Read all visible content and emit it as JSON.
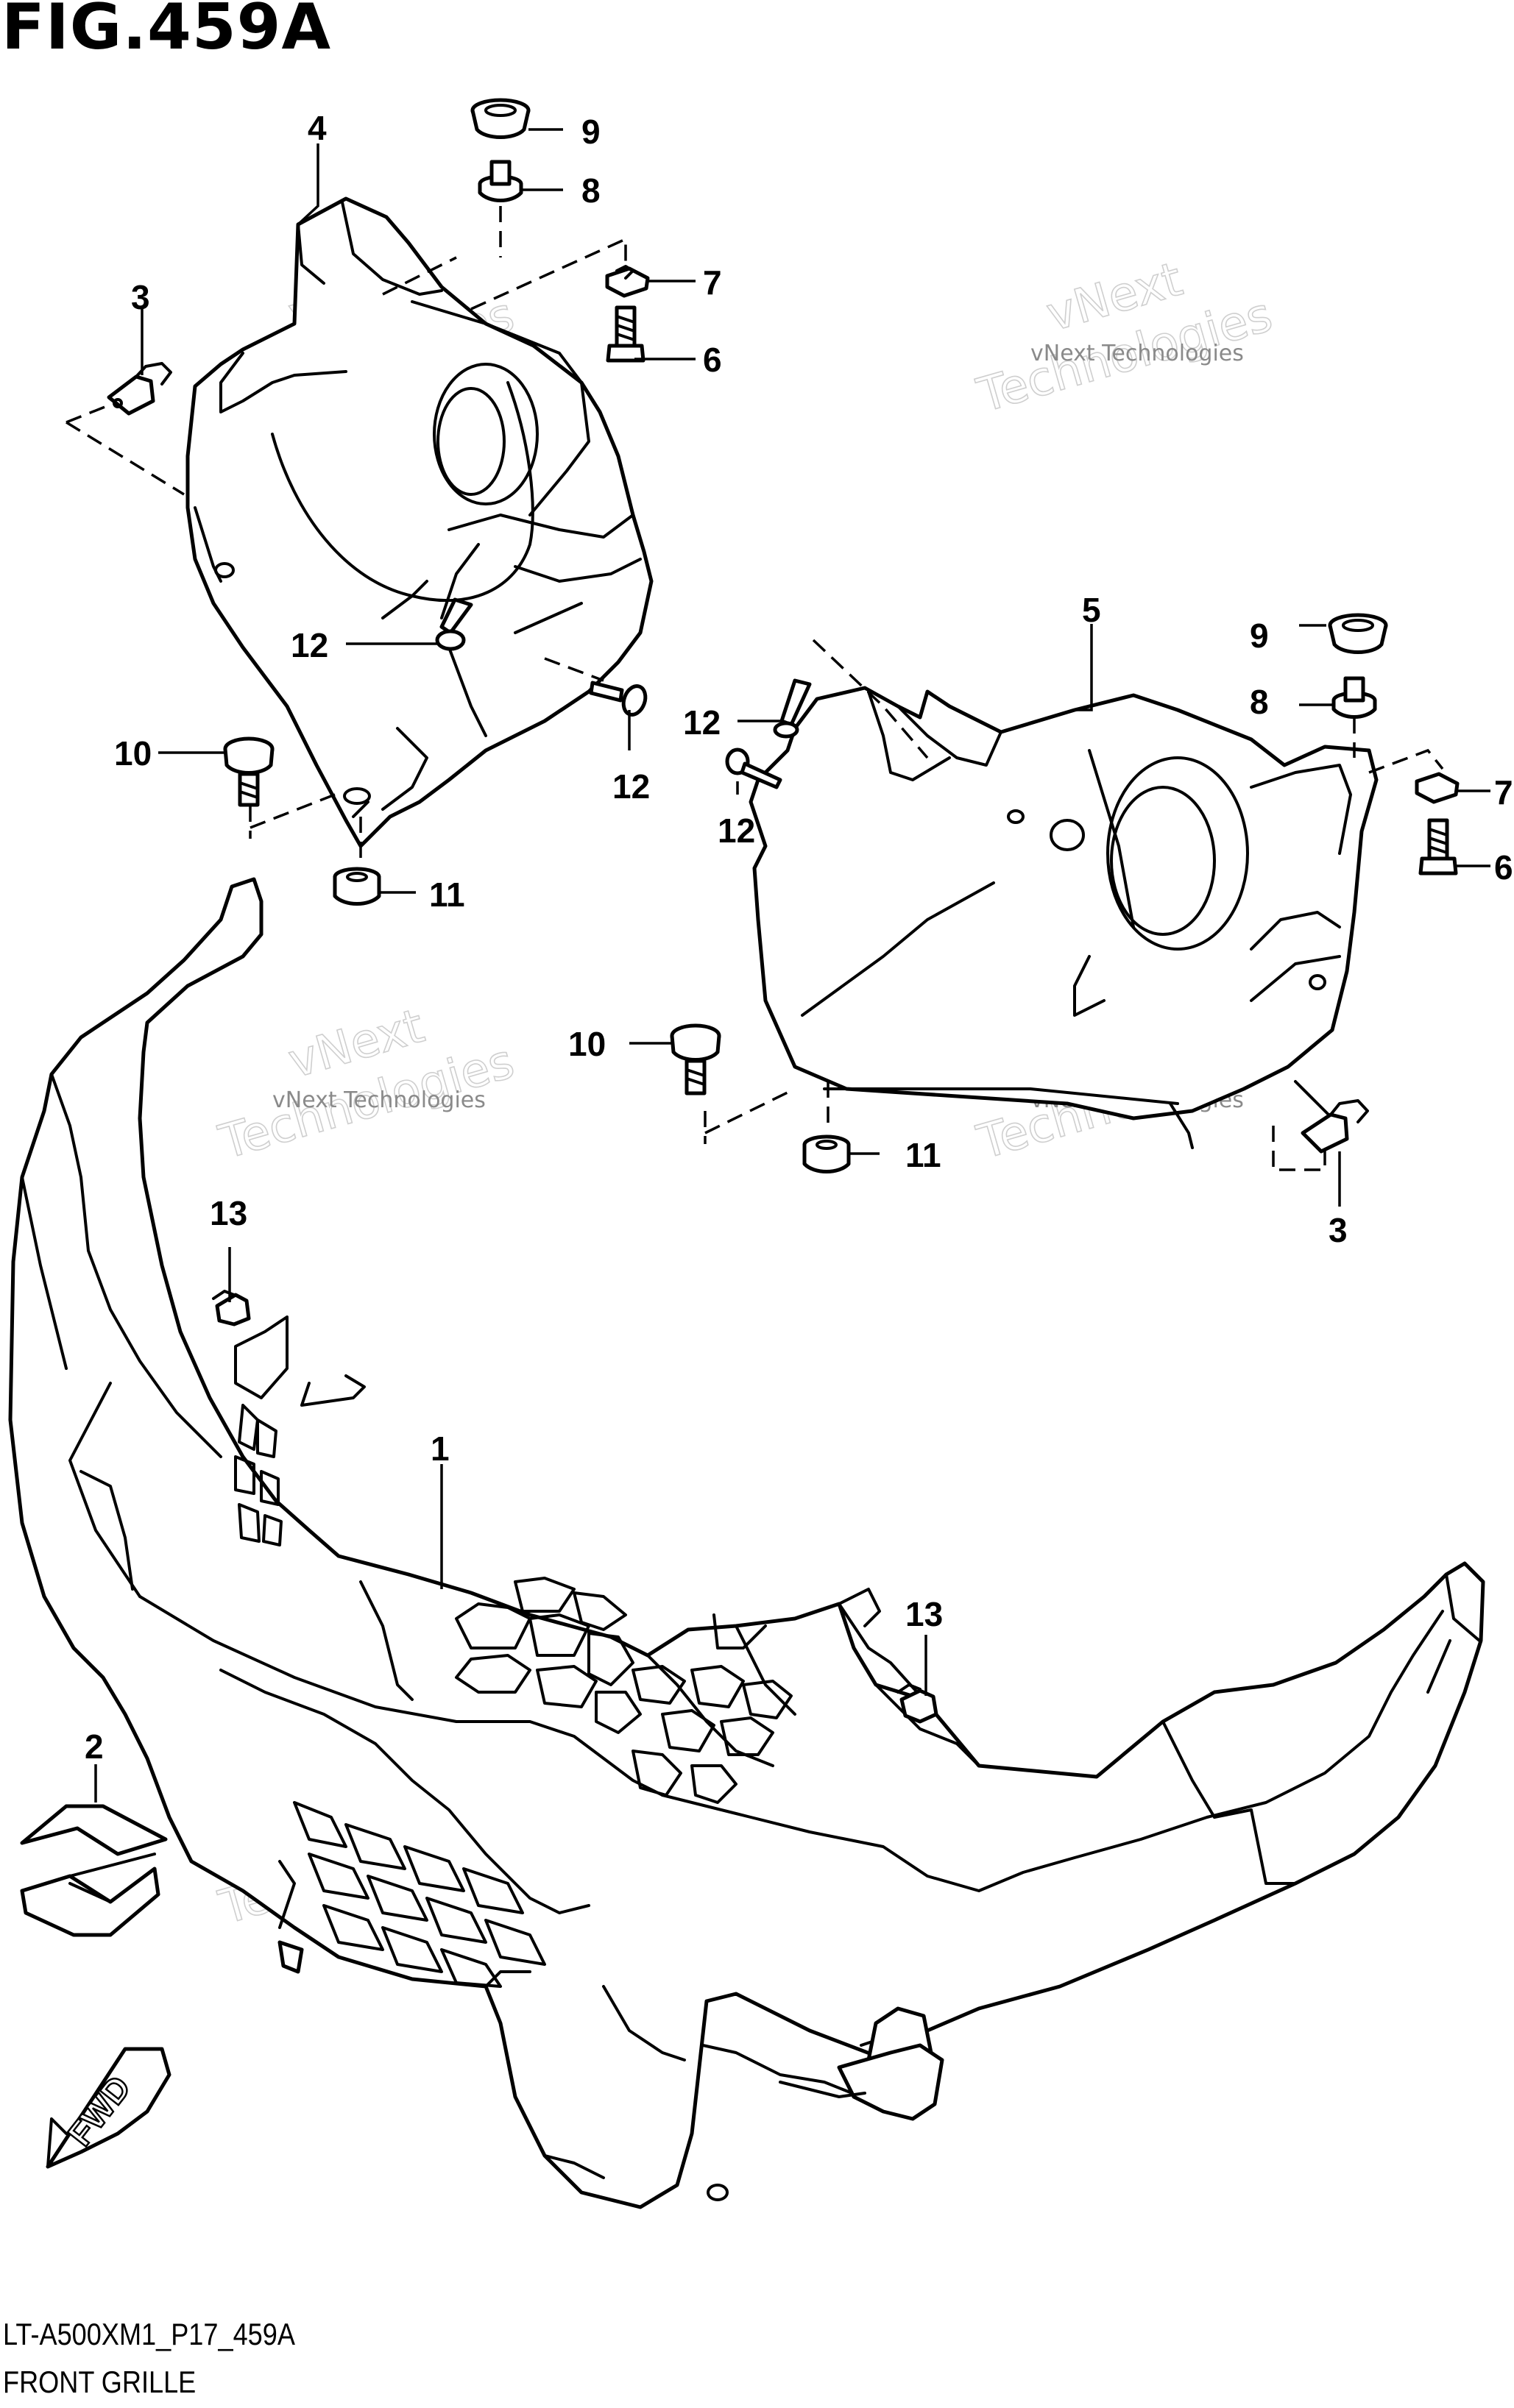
{
  "figure": {
    "title": "FIG.459A",
    "code": "LT-A500XM1_P17_459A",
    "caption": "FRONT GRILLE"
  },
  "direction_arrow_label": "FWD",
  "watermark": {
    "line1": "vNext Technologies",
    "big_top": "vNext",
    "big_bottom": "Technologies"
  },
  "callouts": {
    "c1": "1",
    "c2": "2",
    "c3_left": "3",
    "c3_right": "3",
    "c4": "4",
    "c5": "5",
    "c6_left": "6",
    "c6_right": "6",
    "c7_left": "7",
    "c7_right": "7",
    "c8_left": "8",
    "c8_right": "8",
    "c9_left": "9",
    "c9_right": "9",
    "c10_left": "10",
    "c10_right": "10",
    "c11_left": "11",
    "c11_right": "11",
    "c12_a": "12",
    "c12_b": "12",
    "c12_c": "12",
    "c12_d": "12",
    "c13_left": "13",
    "c13_right": "13"
  },
  "colors": {
    "line": "#000000",
    "background": "#ffffff",
    "watermark": "#8a8a8a"
  }
}
